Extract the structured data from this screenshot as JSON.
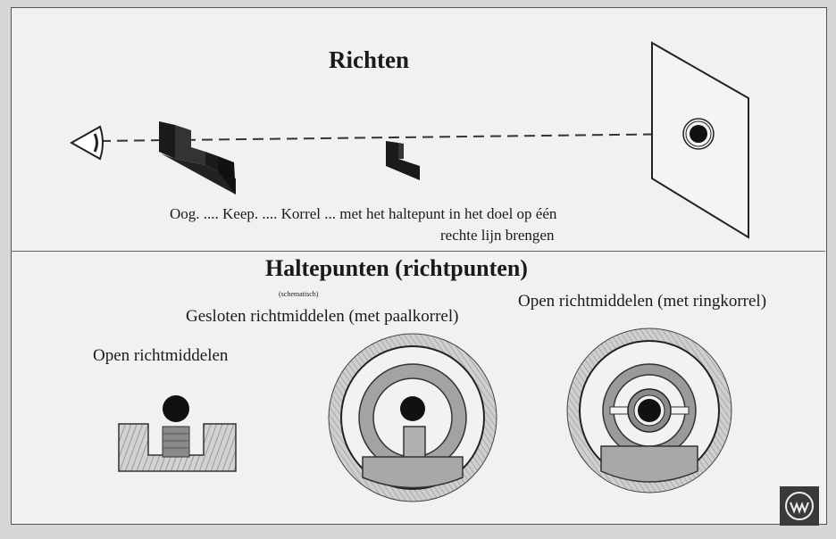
{
  "top": {
    "title": "Richten",
    "caption_line1": "Oog. .... Keep. .... Korrel ... met het haltepunt in het doel op één",
    "caption_line2": "rechte lijn brengen"
  },
  "bottom": {
    "title": "Haltepunten (richtpunten)",
    "schematic_note": "(schematisch)",
    "closed_label": "Gesloten richtmiddelen (met paalkorrel)",
    "ring_label": "Open richtmiddelen (met ringkorrel)",
    "open_label": "Open richtmiddelen"
  },
  "colors": {
    "ink": "#1a1a1a",
    "bull": "#111111",
    "hatch_gray": "#b0b0b0",
    "ring_gray": "#9a9a9a",
    "post_gray": "#a8a8a8"
  },
  "icons": {
    "logo": "rws-logo-icon"
  }
}
